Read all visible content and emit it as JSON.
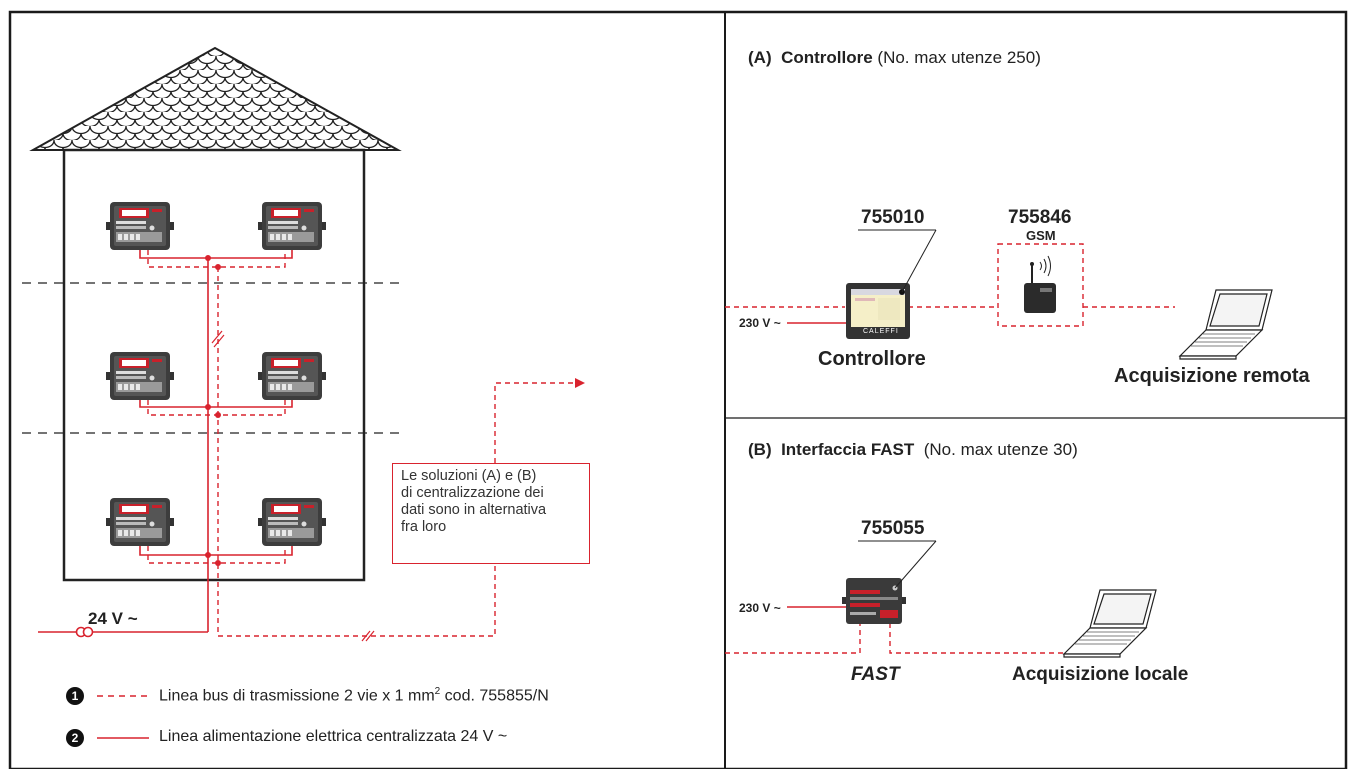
{
  "left_panel": {
    "supply_label": "24 V ~",
    "note_lines": [
      "Le soluzioni (A) e (B)",
      "di centralizzazione dei",
      "dati sono in alternativa",
      "fra loro"
    ],
    "legend": [
      {
        "number": "1",
        "line_style": "dashed",
        "text": "Linea bus di trasmissione 2 vie x 1 mm",
        "sup": "2",
        "text_after": " cod. 755855/N"
      },
      {
        "number": "2",
        "line_style": "solid",
        "text": "Linea alimentazione elettrica centralizzata 24 V ~"
      }
    ]
  },
  "section_a": {
    "prefix": "(A)",
    "title": "Controllore",
    "subtitle": "(No. max utenze 250)",
    "controller_code": "755010",
    "gsm_code": "755846",
    "gsm_label": "GSM",
    "voltage_label": "230 V ~",
    "controller_label": "Controllore",
    "screen_brand": "CALEFFI",
    "remote_label": "Acquisizione remota"
  },
  "section_b": {
    "prefix": "(B)",
    "title": "Interfaccia FAST",
    "subtitle": "(No. max utenze 30)",
    "interface_code": "755055",
    "voltage_label": "230 V ~",
    "fast_label": "FAST",
    "local_label": "Acquisizione locale"
  },
  "colors": {
    "accent_red": "#d9232e",
    "frame": "#1a1a1a",
    "device_dark": "#3a3a3a",
    "device_red": "#c8202a"
  }
}
